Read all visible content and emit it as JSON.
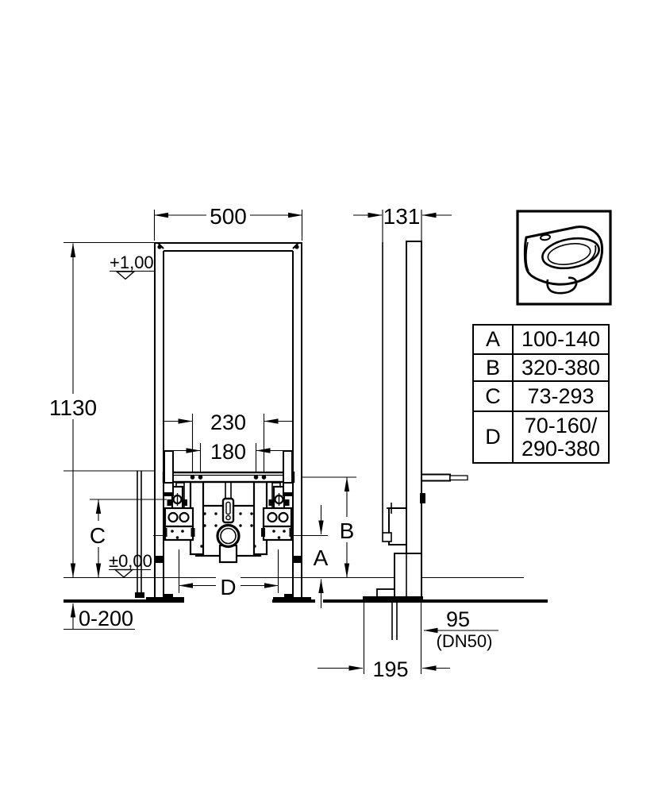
{
  "drawing": {
    "dims": {
      "width_front": "500",
      "depth_side": "131",
      "height": "1130",
      "level_top": "+1,00",
      "level_zero": "±0,00",
      "stud_outer": "230",
      "stud_inner": "180",
      "dim_a": "A",
      "dim_b": "B",
      "dim_c": "C",
      "dim_d": "D",
      "floor_range": "0-200",
      "drain_offset": "95",
      "drain_pipe": "(DN50)",
      "foot_depth": "195"
    },
    "colors": {
      "line": "#000000",
      "background": "#ffffff"
    }
  },
  "table": {
    "rows": [
      {
        "key": "A",
        "value": "100-140"
      },
      {
        "key": "B",
        "value": "320-380"
      },
      {
        "key": "C",
        "value": "73-293"
      },
      {
        "key": "D",
        "value": "70-160/",
        "value2": "290-380"
      }
    ]
  },
  "icon": {
    "name": "bidet-icon"
  }
}
